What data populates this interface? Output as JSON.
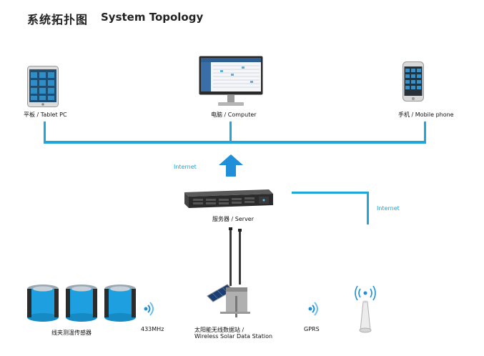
{
  "title": {
    "cn": "系统拓扑图",
    "en": "System Topology"
  },
  "devices": {
    "tablet": "平板 / Tablet PC",
    "computer": "电脑 / Computer",
    "phone": "手机 / Mobile phone",
    "server": "服务器 / Server",
    "sensor": "线夹测温传感器",
    "station_cn": "太阳能无线数据站 /",
    "station_en": "Wireless Solar Data Station"
  },
  "links": {
    "internet_left": "Internet",
    "internet_right": "Internet",
    "radio": "433MHz",
    "gprs": "GPRS"
  },
  "colors": {
    "line": "#20a6d8",
    "arrow": "#1e8fd8",
    "label": "#1aa3d4",
    "sensor": "#1ea0e0"
  }
}
